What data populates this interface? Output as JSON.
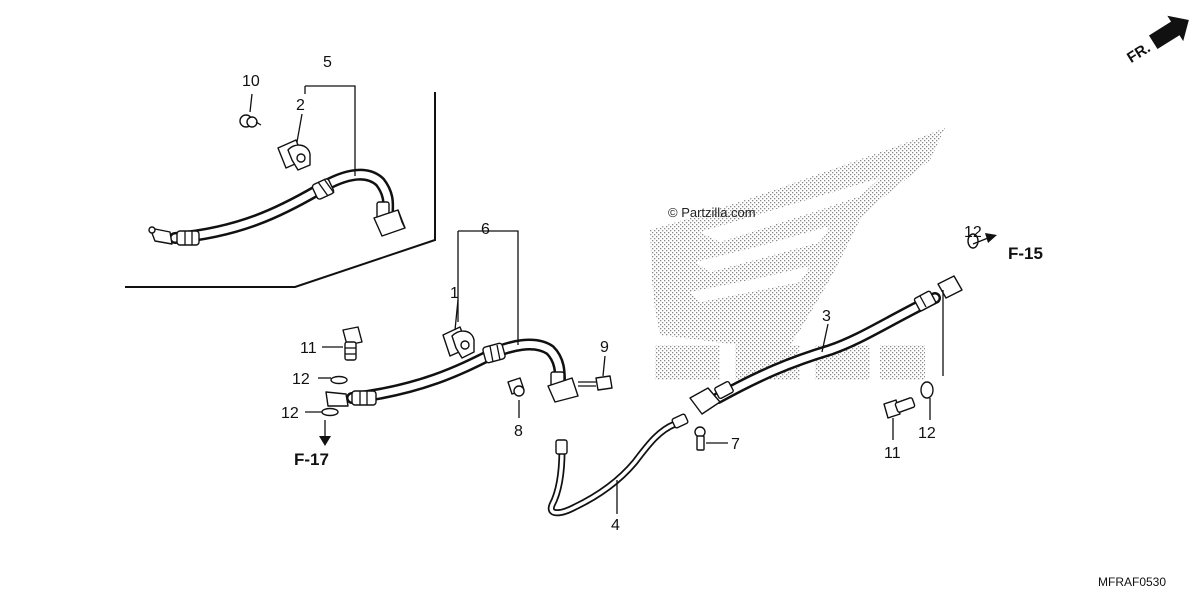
{
  "copyright": "© Partzilla.com",
  "diagram_code": "MFRAF0530",
  "direction_label": "FR.",
  "callouts": [
    {
      "id": "c10a",
      "text": "10"
    },
    {
      "id": "c5",
      "text": "5"
    },
    {
      "id": "c2",
      "text": "2"
    },
    {
      "id": "c6",
      "text": "6"
    },
    {
      "id": "c1",
      "text": "1"
    },
    {
      "id": "c9",
      "text": "9"
    },
    {
      "id": "c8",
      "text": "8"
    },
    {
      "id": "c11a",
      "text": "11"
    },
    {
      "id": "c12a",
      "text": "12"
    },
    {
      "id": "c12b",
      "text": "12"
    },
    {
      "id": "c3",
      "text": "3"
    },
    {
      "id": "c4",
      "text": "4"
    },
    {
      "id": "c7",
      "text": "7"
    },
    {
      "id": "c12c",
      "text": "12"
    },
    {
      "id": "c12d",
      "text": "12"
    },
    {
      "id": "c11b",
      "text": "11"
    }
  ],
  "references": [
    {
      "id": "f17",
      "text": "F-17"
    },
    {
      "id": "f15",
      "text": "F-15"
    }
  ]
}
